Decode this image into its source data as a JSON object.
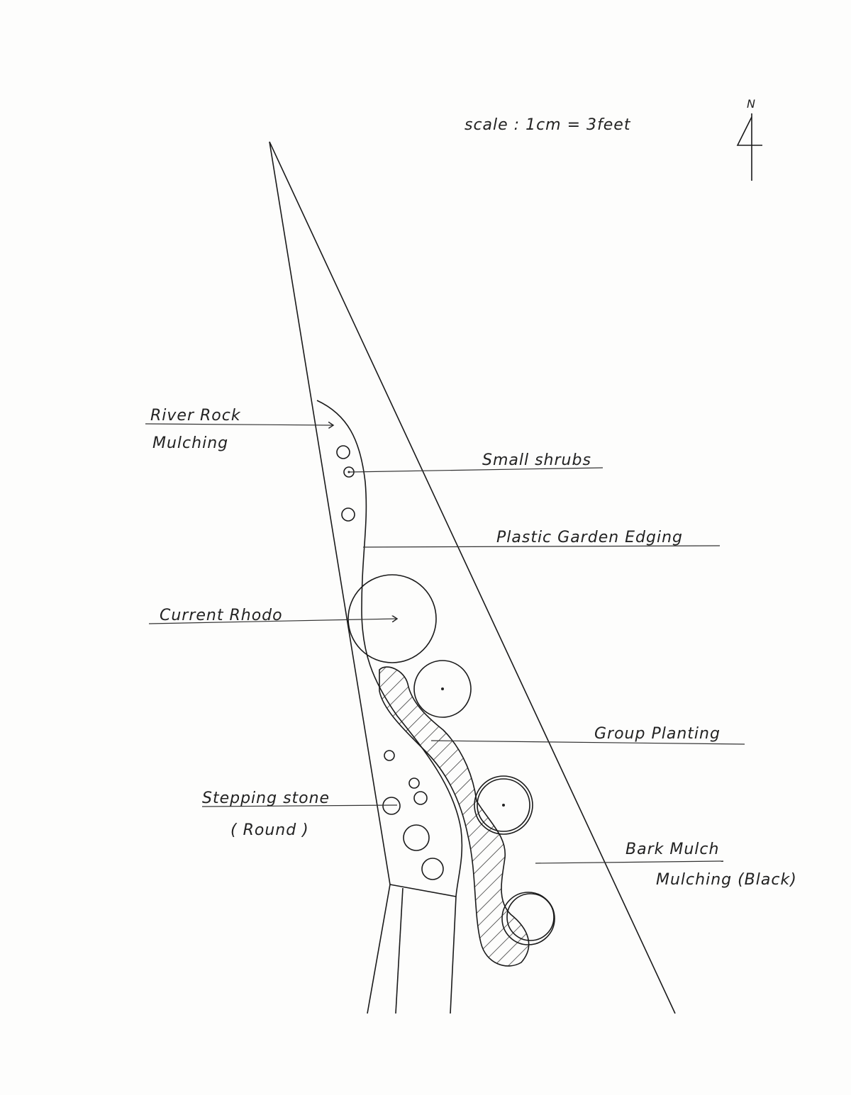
{
  "title": {
    "scale": "scale : 1cm = 3feet",
    "north": "N"
  },
  "labels": {
    "river_rock_1": "River Rock",
    "river_rock_2": "Mulching",
    "small_shrubs": "Small shrubs",
    "edging": "Plastic Garden Edging",
    "rhodo": "Current Rhodo",
    "group_planting": "Group Planting",
    "stepping_1": "Stepping stone",
    "stepping_2": "( Round )",
    "bark_1": "Bark Mulch",
    "bark_2": "Mulching (Black)"
  },
  "colors": {
    "ink": "#1a1a1a",
    "paper": "#fdfdfc"
  }
}
